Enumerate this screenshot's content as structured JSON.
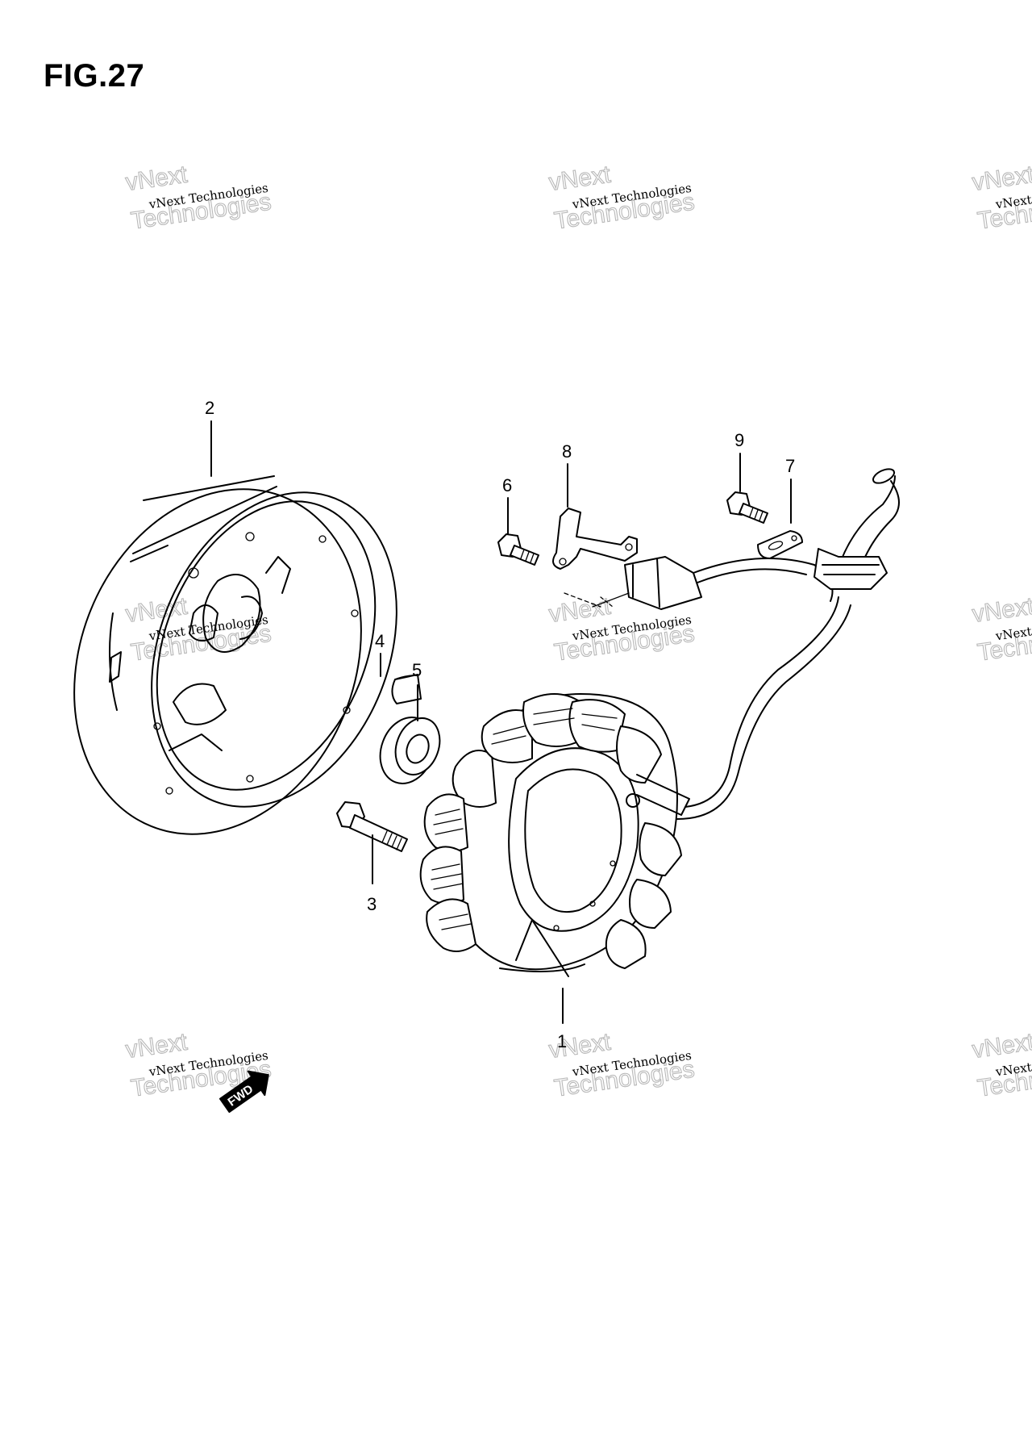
{
  "figure": {
    "title": "FIG.27"
  },
  "watermark": {
    "line1": "vNext Technologies",
    "line2a": "vNext",
    "line2b": "Technologies"
  },
  "callouts": [
    {
      "id": "1",
      "label": "1"
    },
    {
      "id": "2",
      "label": "2"
    },
    {
      "id": "3",
      "label": "3"
    },
    {
      "id": "4",
      "label": "4"
    },
    {
      "id": "5",
      "label": "5"
    },
    {
      "id": "6",
      "label": "6"
    },
    {
      "id": "7",
      "label": "7"
    },
    {
      "id": "8",
      "label": "8"
    },
    {
      "id": "9",
      "label": "9"
    }
  ],
  "direction_badge": {
    "label": "FWD"
  }
}
